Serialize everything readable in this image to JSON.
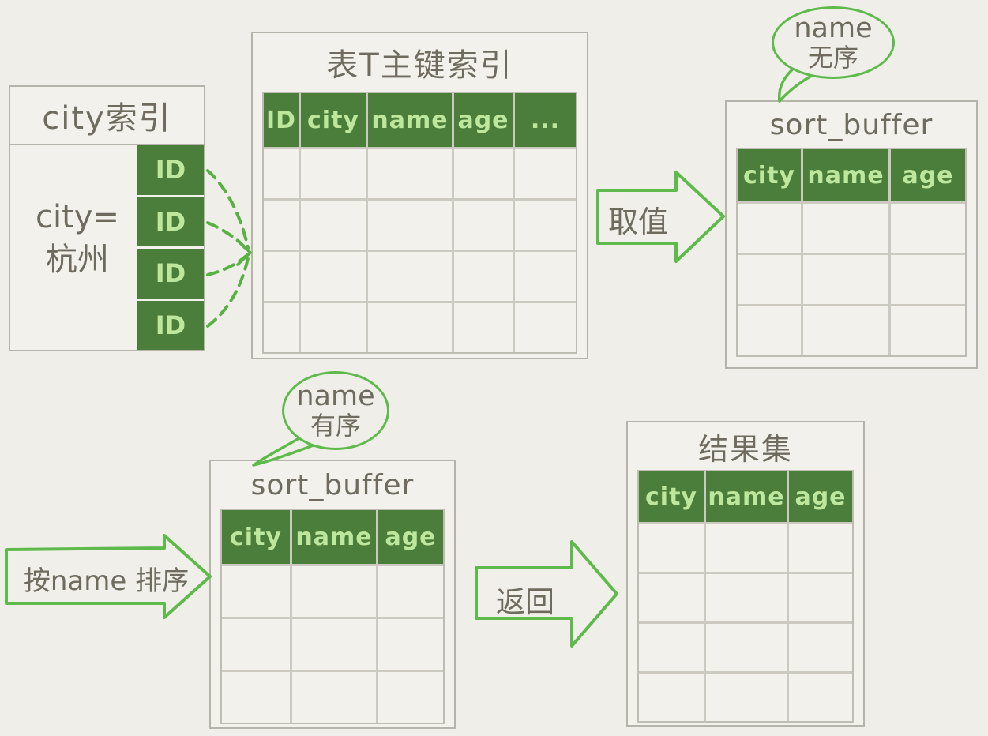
{
  "colors": {
    "background": "#efeee8",
    "table_fill": "#f2f1ec",
    "header_green": "#4c7e3b",
    "header_text_green": "#bde79d",
    "accent_green": "#5eba4a",
    "border_gray": "#b6b3aa",
    "text_dark": "#6f6c5f"
  },
  "city_index": {
    "title": "city索引",
    "condition_line1": "city=",
    "condition_line2": "杭州",
    "id_cells": [
      "ID",
      "ID",
      "ID",
      "ID"
    ]
  },
  "primary_index": {
    "title": "表T主键索引",
    "columns": [
      "ID",
      "city",
      "name",
      "age",
      "..."
    ],
    "empty_rows": 4
  },
  "sort_buffer_top": {
    "title": "sort_buffer",
    "columns": [
      "city",
      "name",
      "age"
    ],
    "empty_rows": 3,
    "bubble": {
      "line1": "name",
      "line2": "无序"
    }
  },
  "sort_buffer_bottom": {
    "title": "sort_buffer",
    "columns": [
      "city",
      "name",
      "age"
    ],
    "empty_rows": 3,
    "bubble": {
      "line1": "name",
      "line2": "有序"
    }
  },
  "result_set": {
    "title": "结果集",
    "columns": [
      "city",
      "name",
      "age"
    ],
    "empty_rows": 4
  },
  "arrows": {
    "fetch": "取值",
    "sort": "按name 排序",
    "return": "返回"
  }
}
